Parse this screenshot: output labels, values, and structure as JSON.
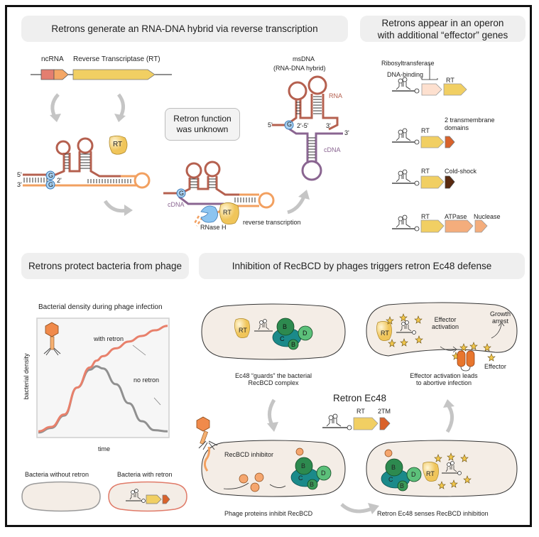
{
  "panels": {
    "p1": {
      "title": "Retrons generate an RNA-DNA hybrid via reverse transcription",
      "gene_labels": {
        "ncrna": "ncRNA",
        "rt": "Reverse Transcriptase (RT)"
      },
      "rt_label": "RT",
      "five_prime": "5'",
      "three_prime": "3'",
      "two_prime": "2'",
      "g_label": "G",
      "unknown_box": "Retron function\nwas unknown",
      "cdna": "cDNA",
      "rnase_h": "RNase H",
      "reverse_transcription": "reverse transcription",
      "msdna_title": "msDNA",
      "msdna_subtitle": "(RNA-DNA  hybrid)",
      "rna": "RNA",
      "link_2_5": "2'-5'",
      "three_prime_a": "3'",
      "three_prime_b": "3'"
    },
    "p2": {
      "title": "Retrons appear in an operon\nwith additional “effector” genes",
      "operons": [
        {
          "genes": [
            "Ribosyltransferase",
            "DNA-binding",
            "RT"
          ]
        },
        {
          "genes": [
            "RT",
            "2 transmembrane domains"
          ]
        },
        {
          "genes": [
            "RT",
            "Cold-shock"
          ]
        },
        {
          "genes": [
            "RT",
            "ATPase",
            "Nuclease"
          ]
        }
      ],
      "labels": {
        "ribosyl": "Ribosyltransferase",
        "dnabind": "DNA-binding",
        "rt": "RT",
        "tm1": "2 transmembrane",
        "tm2": "domains",
        "cold": "Cold-shock",
        "atpase": "ATPase",
        "nuclease": "Nuclease"
      }
    },
    "p3": {
      "title": "Retrons protect bacteria from phage",
      "bact_without": "Bacteria without retron",
      "bact_with": "Bacteria with retron"
    },
    "p4": {
      "title": "Inhibition of RecBCD by phages triggers retron Ec48 defense",
      "cell1_caption": "Ec48 “guards” the bacterial\nRecBCD complex",
      "cell2_caption": "Effector activation leads\nto abortive infection",
      "cell3_caption": "Phage proteins inhibit RecBCD",
      "cell4_caption": "Retron Ec48 senses RecBCD inhibition",
      "effector_activation": "Effector\nactivation",
      "growth_arrest": "Growth\narrest",
      "effector": "Effector",
      "recbcd_inhibitor": "RecBCD inhibitor",
      "retron_ec48": "Retron Ec48",
      "rt": "RT",
      "tm": "2TM",
      "subunits": {
        "b": "B",
        "c": "C",
        "d": "D"
      }
    }
  },
  "chart_data": {
    "type": "line",
    "title": "Bacterial density during phage infection",
    "xlabel": "time",
    "ylabel": "bacterial density",
    "x": [
      0,
      0.1,
      0.2,
      0.3,
      0.4,
      0.45,
      0.5,
      0.6,
      0.7,
      0.8,
      0.9,
      1.0
    ],
    "series": [
      {
        "name": "with retron",
        "color": "#e8806b",
        "values": [
          0.03,
          0.07,
          0.18,
          0.42,
          0.6,
          0.66,
          0.7,
          0.77,
          0.83,
          0.88,
          0.93,
          0.97
        ]
      },
      {
        "name": "no retron",
        "color": "#909090",
        "values": [
          0.02,
          0.06,
          0.17,
          0.42,
          0.58,
          0.61,
          0.59,
          0.45,
          0.28,
          0.12,
          0.04,
          0.03
        ]
      }
    ],
    "ylim": [
      0,
      1
    ],
    "xlim": [
      0,
      1
    ],
    "grid": false,
    "legend": "inline-labels"
  },
  "colors": {
    "rna": "#b5604f",
    "cdna": "#8a6591",
    "rt_gene": "#f1cf63",
    "ncrna_dark": "#e47e70",
    "ncrna_light": "#f4a766",
    "tm_gene": "#d9622b",
    "cold_shock": "#5a2a10",
    "atpase": "#f4ad7c",
    "dna_binding": "#fde0cf",
    "cell_fill": "#f4ede6",
    "header_bg": "#efefef"
  }
}
